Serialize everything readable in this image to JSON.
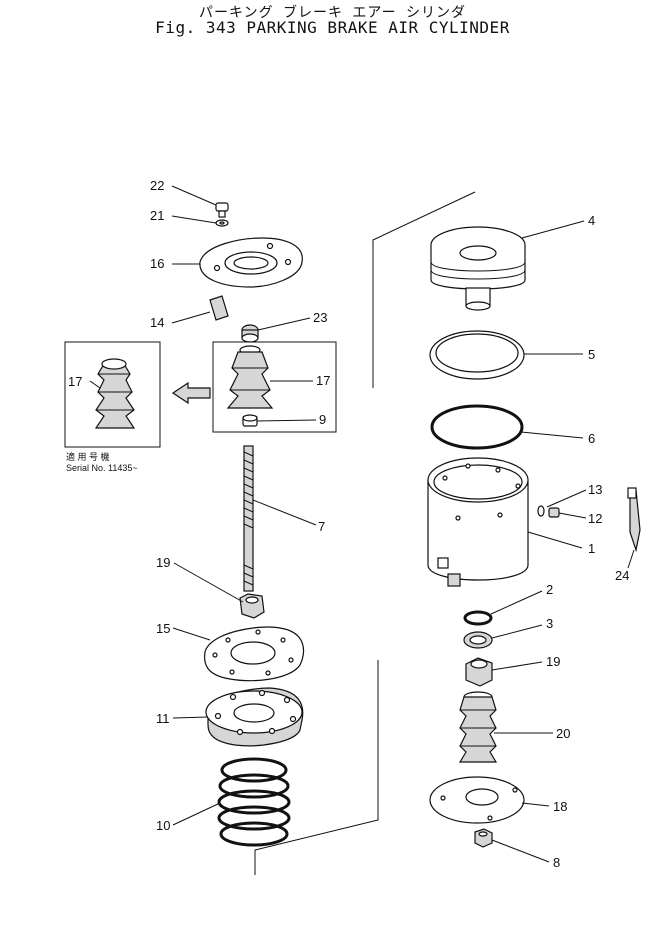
{
  "figure": {
    "title_jp": "パーキング ブレーキ エアー シリンダ",
    "title_en": "Fig. 343 PARKING BRAKE AIR CYLINDER"
  },
  "inset": {
    "applicable_label": "適 用 号 機",
    "serial_label": "Serial No. 11435~"
  },
  "callouts": {
    "c1": "1",
    "c2": "2",
    "c3": "3",
    "c4": "4",
    "c5": "5",
    "c6": "6",
    "c7": "7",
    "c8": "8",
    "c9": "9",
    "c10": "10",
    "c11": "11",
    "c12": "12",
    "c13": "13",
    "c14": "14",
    "c15": "15",
    "c16": "16",
    "c17a": "17",
    "c17b": "17",
    "c18": "18",
    "c19a": "19",
    "c19b": "19",
    "c20": "20",
    "c21": "21",
    "c22": "22",
    "c23": "23",
    "c24": "24"
  }
}
